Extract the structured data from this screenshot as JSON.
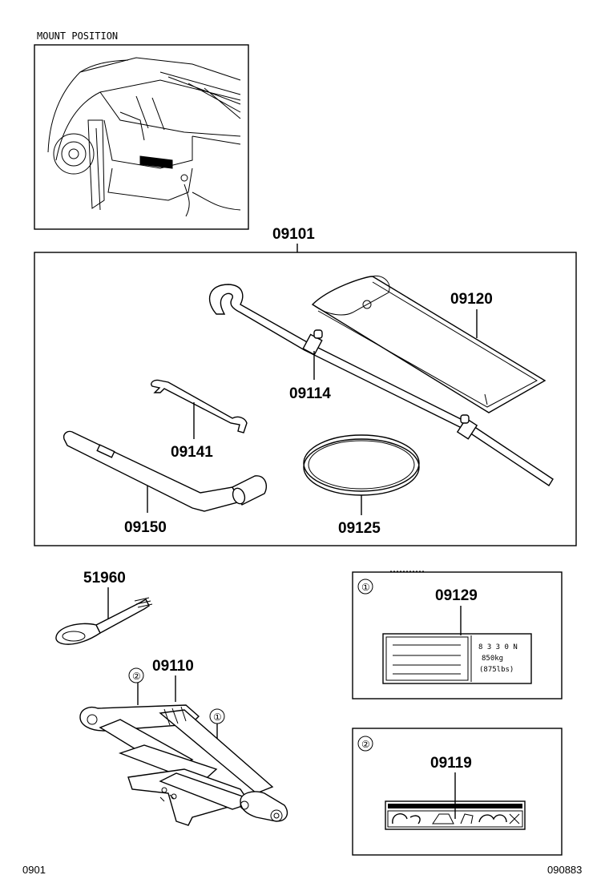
{
  "mount_position_label": "MOUNT POSITION",
  "parts": {
    "p09101": "09101",
    "p09120": "09120",
    "p09114": "09114",
    "p09141": "09141",
    "p09150": "09150",
    "p09125": "09125",
    "p51960": "51960",
    "p09110": "09110",
    "p09129": "09129",
    "p09119": "09119"
  },
  "callouts": {
    "one": "①",
    "two": "②"
  },
  "label_09129": {
    "line1": "8 3 3 0 N",
    "line2": "850kg",
    "line3": "(875lbs)"
  },
  "footer": {
    "left": "0901",
    "right": "090883"
  }
}
